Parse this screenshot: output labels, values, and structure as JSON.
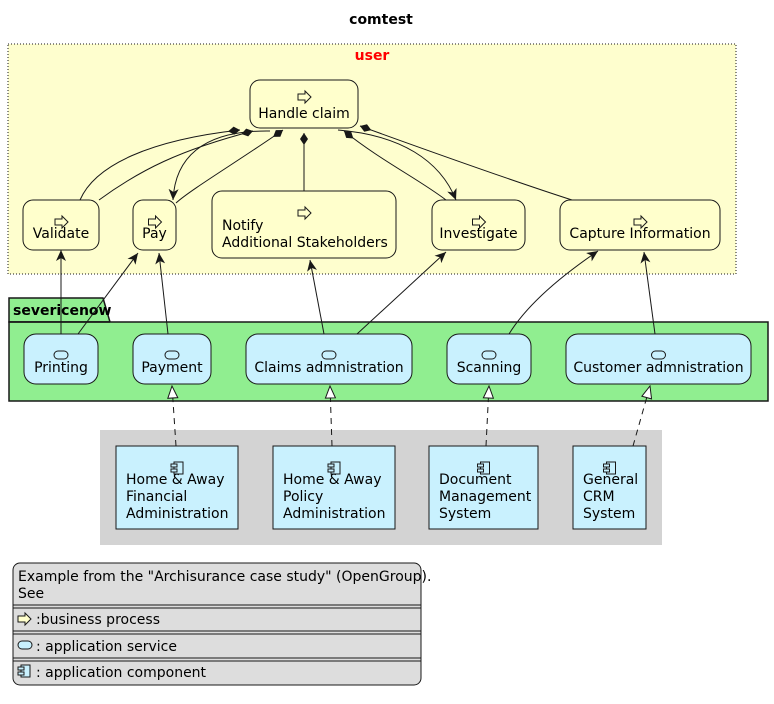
{
  "title": "comtest",
  "user_group": {
    "label": "user"
  },
  "package": {
    "label": "severicenow"
  },
  "processes": {
    "handle_claim": {
      "lines": [
        "Handle claim"
      ]
    },
    "validate": {
      "lines": [
        "Validate"
      ]
    },
    "pay": {
      "lines": [
        "Pay"
      ]
    },
    "notify": {
      "lines": [
        "Notify",
        "Additional Stakeholders"
      ]
    },
    "investigate": {
      "lines": [
        "Investigate"
      ]
    },
    "capture": {
      "lines": [
        "Capture Information"
      ]
    }
  },
  "services": {
    "printing": {
      "lines": [
        "Printing"
      ]
    },
    "payment": {
      "lines": [
        "Payment"
      ]
    },
    "claims_admin": {
      "lines": [
        "Claims admnistration"
      ]
    },
    "scanning": {
      "lines": [
        "Scanning"
      ]
    },
    "customer_admin": {
      "lines": [
        "Customer admnistration"
      ]
    }
  },
  "components": {
    "financial_admin": {
      "lines": [
        "Home & Away",
        "Financial",
        "Administration"
      ]
    },
    "policy_admin": {
      "lines": [
        "Home & Away",
        "Policy",
        "Administration"
      ]
    },
    "doc_mgmt": {
      "lines": [
        "Document",
        "Management",
        "System"
      ]
    },
    "crm": {
      "lines": [
        "General",
        "CRM",
        "System"
      ]
    }
  },
  "legend": {
    "header_lines": [
      "Example from the \"Archisurance case study\" (OpenGroup).",
      "See"
    ],
    "rows": [
      {
        "icon": "business-process-icon",
        "text": ":business process"
      },
      {
        "icon": "application-service-icon",
        "text": ": application service"
      },
      {
        "icon": "application-component-icon",
        "text": ": application component"
      }
    ]
  },
  "colors": {
    "business_fill": "#ffffcc",
    "user_group_fill": "#fefece",
    "service_fill": "#c9f1fe",
    "package_fill": "#90ee90",
    "component_group_fill": "#d3d3d3",
    "legend_fill": "#dddddd",
    "user_label": "#ff0000",
    "stroke": "#181818"
  }
}
